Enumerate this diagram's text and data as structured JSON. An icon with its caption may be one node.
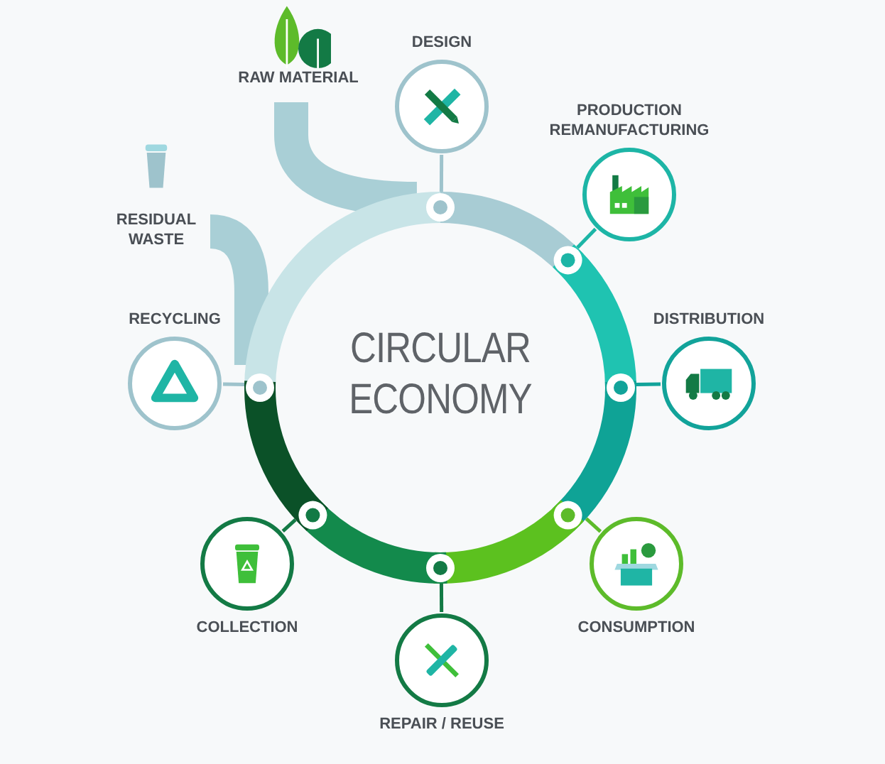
{
  "diagram": {
    "nodes": [
      {
        "text": [
          "CIRCULAR ECONOMY"
        ]
      },
      {
        "text": [
          "RAW MATERIAL"
        ]
      },
      {
        "text": [
          "DESIGN"
        ]
      },
      {
        "text": [
          "PRODUCTION REMANUFACTURING"
        ]
      },
      {
        "text": [
          "RESIDUAL WASTE"
        ]
      },
      {
        "text": [
          "RECYCLING"
        ]
      },
      {
        "text": [
          "DISTRIBUTION"
        ]
      },
      {
        "text": [
          "COLLECTION"
        ]
      },
      {
        "text": [
          "CONSUMPTION"
        ]
      },
      {
        "text": [
          "REPAIR / REUSE"
        ]
      }
    ],
    "edges": [
      {
        "from": 1,
        "to": 0,
        "arrow": "none",
        "style": "thick"
      },
      {
        "from": 0,
        "to": 4,
        "arrow": "none",
        "style": "thick"
      },
      {
        "from": 2,
        "to": 0,
        "arrow": "none",
        "color": "#9ec3cc"
      },
      {
        "from": 3,
        "to": 0,
        "arrow": "none",
        "color": "#1db5a6"
      },
      {
        "from": 6,
        "to": 0,
        "arrow": "none",
        "color": "#12a39a"
      },
      {
        "from": 8,
        "to": 0,
        "arrow": "none",
        "color": "#5dbb2a"
      },
      {
        "from": 9,
        "to": 0,
        "arrow": "none",
        "color": "#137a45"
      },
      {
        "from": 7,
        "to": 0,
        "arrow": "none",
        "color": "#137a45"
      },
      {
        "from": 5,
        "to": 0,
        "arrow": "none",
        "color": "#9ec3cc"
      }
    ]
  }
}
